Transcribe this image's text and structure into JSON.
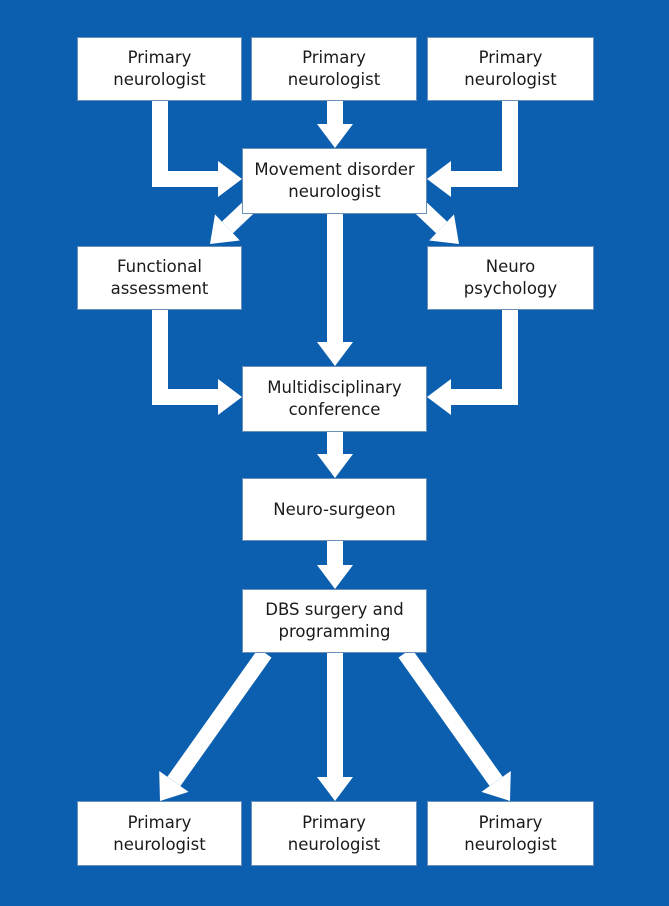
{
  "diagram": {
    "colors": {
      "background": "#0b5fae",
      "box": "#ffffff",
      "arrow": "#ffffff",
      "text": "#1a1a1a"
    },
    "nodes": {
      "top_1": "Primary\nneurologist",
      "top_2": "Primary\nneurologist",
      "top_3": "Primary\nneurologist",
      "movement_disorder": "Movement disorder\nneurologist",
      "functional": "Functional\nassessment",
      "neuropsych": "Neuro\npsychology",
      "conference": "Multidisciplinary\nconference",
      "surgeon": "Neuro-surgeon",
      "dbs": "DBS surgery and\nprogramming",
      "bottom_1": "Primary\nneurologist",
      "bottom_2": "Primary\nneurologist",
      "bottom_3": "Primary\nneurologist"
    },
    "edges": [
      {
        "from": "top_1",
        "to": "movement_disorder"
      },
      {
        "from": "top_2",
        "to": "movement_disorder"
      },
      {
        "from": "top_3",
        "to": "movement_disorder"
      },
      {
        "from": "movement_disorder",
        "to": "functional"
      },
      {
        "from": "movement_disorder",
        "to": "neuropsych"
      },
      {
        "from": "movement_disorder",
        "to": "conference"
      },
      {
        "from": "functional",
        "to": "conference"
      },
      {
        "from": "neuropsych",
        "to": "conference"
      },
      {
        "from": "conference",
        "to": "surgeon"
      },
      {
        "from": "surgeon",
        "to": "dbs"
      },
      {
        "from": "dbs",
        "to": "bottom_1"
      },
      {
        "from": "dbs",
        "to": "bottom_2"
      },
      {
        "from": "dbs",
        "to": "bottom_3"
      }
    ]
  }
}
